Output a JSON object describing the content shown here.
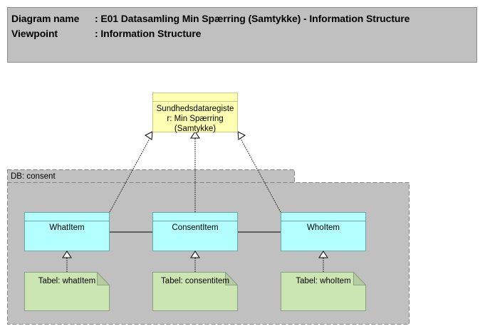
{
  "header": {
    "diagram_name_label": "Diagram name",
    "diagram_name_value": ": E01 Datasamling Min Spærring (Samtykke) - Information Structure",
    "viewpoint_label": "Viewpoint",
    "viewpoint_value": ": Information Structure"
  },
  "diagram": {
    "parent_class": {
      "lines": [
        "Sundhedsdataregiste",
        "r: Min Spærring",
        "(Samtykke)"
      ]
    },
    "package": {
      "label": "DB: consent"
    },
    "classes": [
      {
        "name": "WhatItem"
      },
      {
        "name": "ConsentItem"
      },
      {
        "name": "WhoItem"
      }
    ],
    "notes": [
      {
        "text": "Tabel: whatItem"
      },
      {
        "text": "Tabel: consentitem"
      },
      {
        "text": "Tabel: whoItem"
      }
    ]
  },
  "colors": {
    "header_bg": "#c0c0c0",
    "package_bg": "#c0c0c0",
    "parent_class_fill": "#ffffb3",
    "class_fill": "#b3ffff",
    "note_fill": "#cce6b3"
  }
}
